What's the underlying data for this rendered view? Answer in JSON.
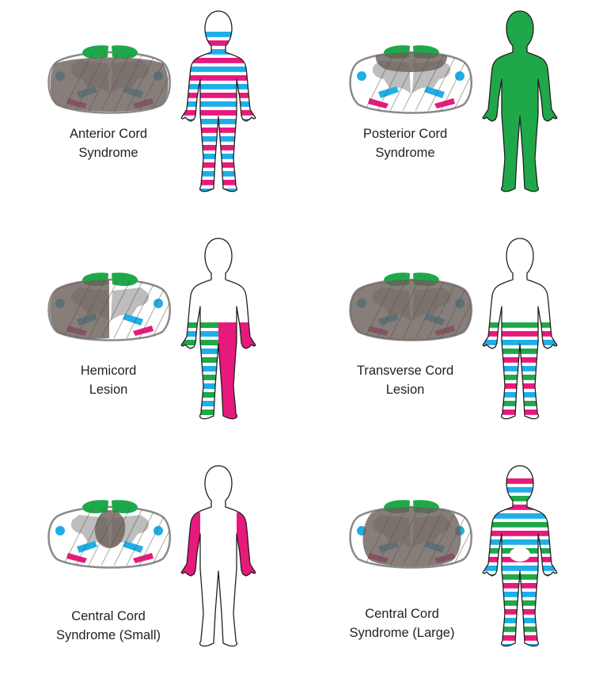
{
  "colors": {
    "sensory_green": "#1fa84a",
    "motor_magenta": "#e8197c",
    "pain_cyan": "#1eaee8",
    "lesion_gray": "#6d625c",
    "gray_matter": "#bdbdbd",
    "outline": "#231f20"
  },
  "syndromes": [
    {
      "id": "anterior",
      "label_line1": "Anterior Cord",
      "label_line2": "Syndrome",
      "lesion": "anterior",
      "body_fill": "stripes-full"
    },
    {
      "id": "posterior",
      "label_line1": "Posterior Cord",
      "label_line2": "Syndrome",
      "lesion": "posterior",
      "body_fill": "solid-green"
    },
    {
      "id": "hemicord",
      "label_line1": "Hemicord",
      "label_line2": "Lesion",
      "lesion": "hemi",
      "body_fill": "hemi-legs"
    },
    {
      "id": "transverse",
      "label_line1": "Transverse Cord",
      "label_line2": "Lesion",
      "lesion": "transverse",
      "body_fill": "stripes-legs"
    },
    {
      "id": "central-small",
      "label_line1": "Central Cord",
      "label_line2": "Syndrome (Small)",
      "lesion": "central-small",
      "body_fill": "arms-magenta"
    },
    {
      "id": "central-large",
      "label_line1": "Central Cord",
      "label_line2": "Syndrome (Large)",
      "lesion": "central-large",
      "body_fill": "stripes-partial"
    }
  ]
}
